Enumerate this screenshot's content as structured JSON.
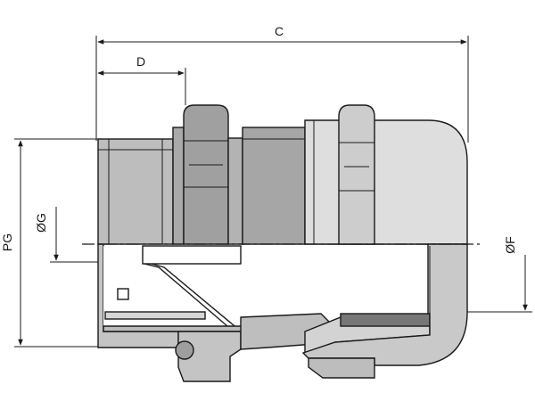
{
  "diagram": {
    "labels": {
      "c": "C",
      "d": "D",
      "pg": "PG",
      "g": "ØG",
      "f": "ØF"
    },
    "colors": {
      "metal_dark": "#a3a3a3",
      "metal_mid": "#b9b9b9",
      "metal_light": "#d0d0d0",
      "plastic_light": "#dcdcdc",
      "section_fill": "#c4c4c4",
      "seal_band": "#777777",
      "line": "#1a1a1a"
    }
  }
}
